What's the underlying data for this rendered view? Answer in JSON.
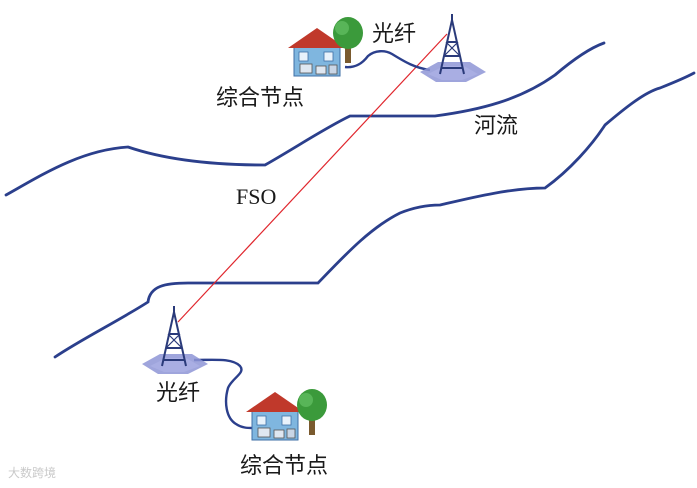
{
  "labels": {
    "fiber_top": "光纤",
    "node_top": "综合节点",
    "river": "河流",
    "fso": "FSO",
    "fiber_bottom": "光纤",
    "node_bottom": "综合节点"
  },
  "watermark": "大数跨境",
  "colors": {
    "river": "#2b3f8c",
    "fiber": "#2b3f8c",
    "fso_beam": "#e0262d",
    "roof": "#c0392b",
    "house_wall": "#7fb6df",
    "tree": "#3b9a3b",
    "tower": "#2a3a7a",
    "tower_base": "#8e95d6"
  },
  "icons": [
    "house-icon",
    "tree-icon",
    "tower-icon"
  ]
}
